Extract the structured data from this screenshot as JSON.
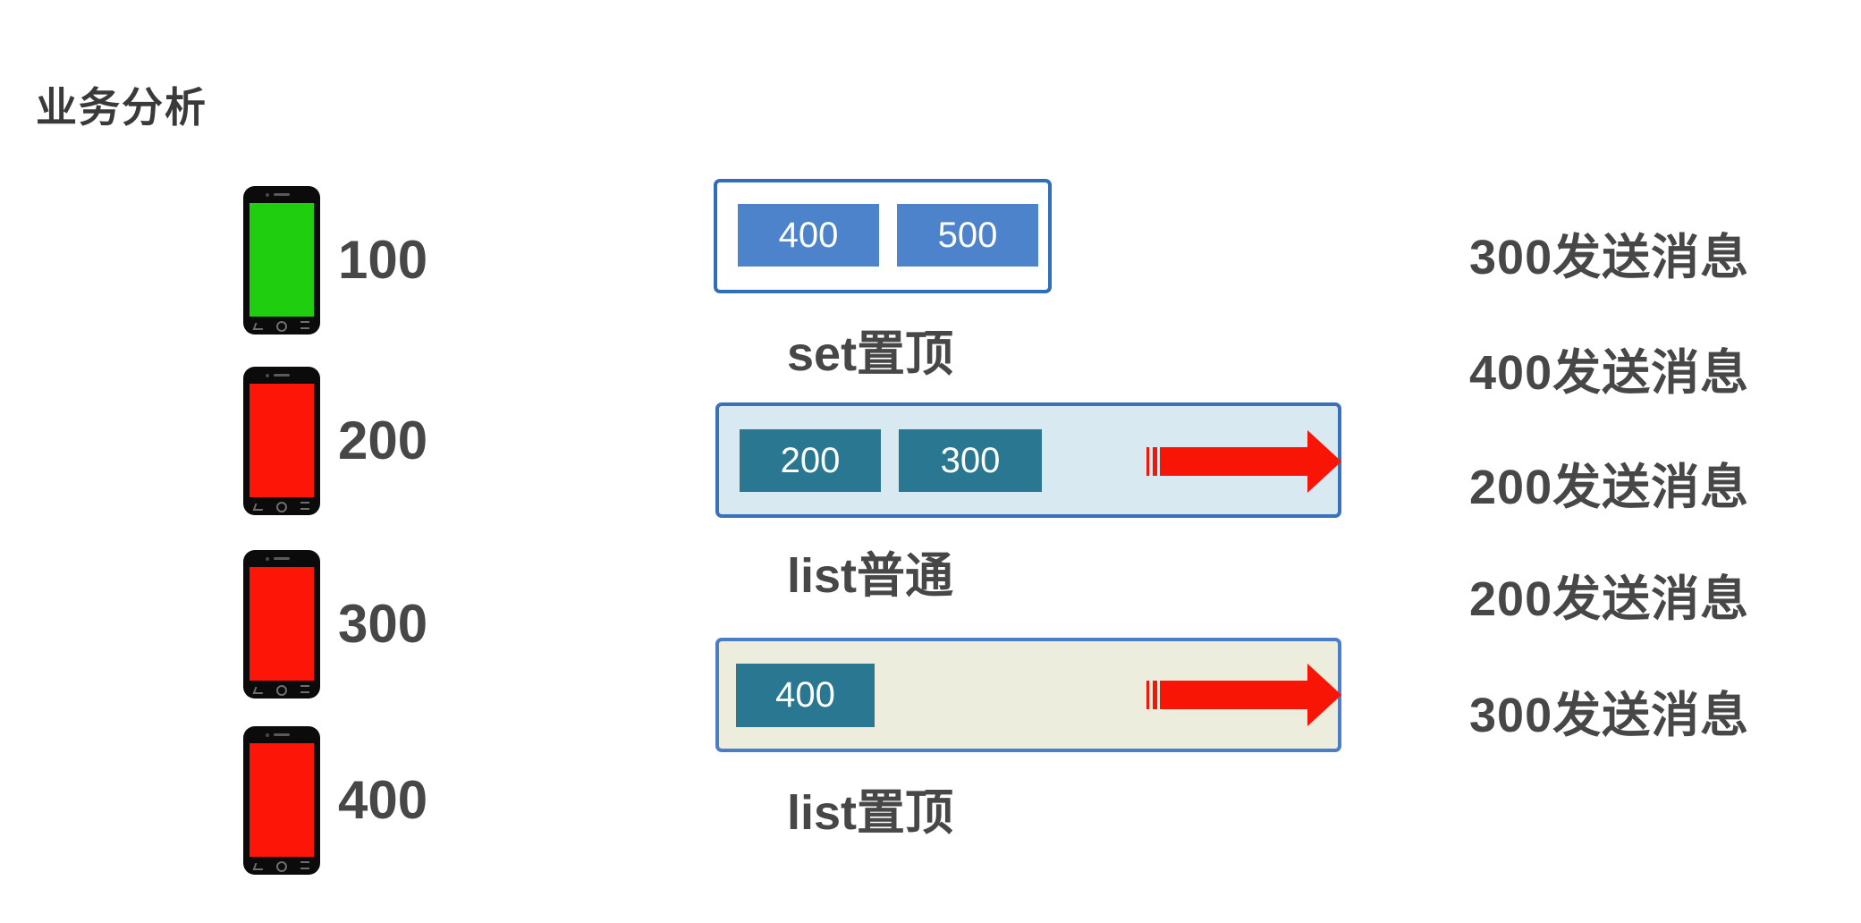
{
  "title": "业务分析",
  "phones": [
    {
      "label": "100",
      "screen_color": "#1FCE0E"
    },
    {
      "label": "200",
      "screen_color": "#FD1507"
    },
    {
      "label": "300",
      "screen_color": "#FD1507"
    },
    {
      "label": "400",
      "screen_color": "#FD1507"
    }
  ],
  "groups": [
    {
      "label": "set置顶",
      "items": [
        "400",
        "500"
      ],
      "item_color": "#4C83CB",
      "background": "#FFFFFF",
      "border_color": "#2F6FB8",
      "has_arrow": false
    },
    {
      "label": "list普通",
      "items": [
        "200",
        "300"
      ],
      "item_color": "#2A7791",
      "background": "#D9E9F2",
      "border_color": "#3A72B8",
      "has_arrow": true
    },
    {
      "label": "list置顶",
      "items": [
        "400"
      ],
      "item_color": "#2A7791",
      "background": "#EDEDDE",
      "border_color": "#4B7EC6",
      "has_arrow": true
    }
  ],
  "messages": [
    "300发送消息",
    "400发送消息",
    "200发送消息",
    "200发送消息",
    "300发送消息"
  ],
  "colors": {
    "arrow_red": "#F91505",
    "text_dark": "#474747",
    "phone_body": "#0B0B0B"
  }
}
